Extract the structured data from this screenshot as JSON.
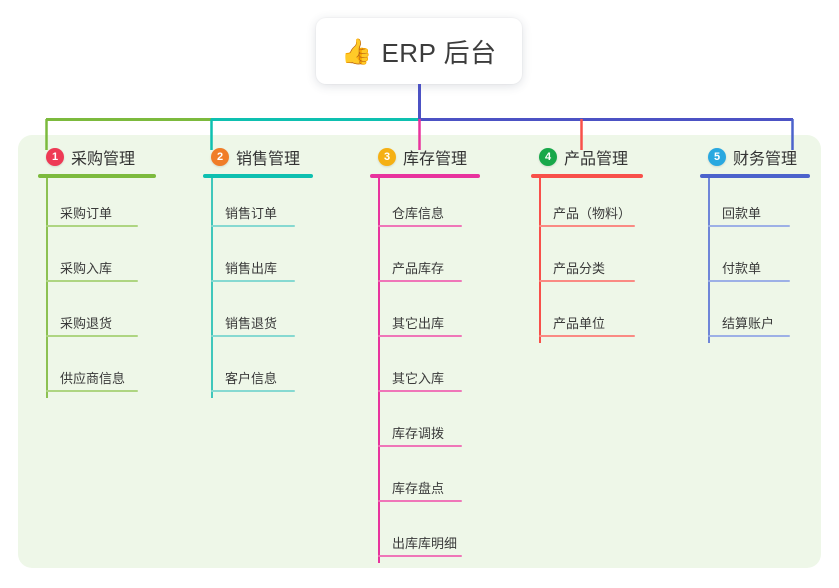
{
  "root": {
    "emoji": "👍",
    "emoji_name": "thumbs-up-icon",
    "title": "ERP 后台"
  },
  "theme": {
    "page_background": "#ffffff",
    "panel_background": "#eef7e8",
    "card_background": "#ffffff",
    "text_color": "#333333",
    "trunk_color": "#4c52c4"
  },
  "columns": [
    {
      "number": "1",
      "label": "采购管理",
      "badge_color": "#ee3a55",
      "rule_color": "#7cba3d",
      "spine_color": "#8cc152",
      "leaf_rule_color": "#aed581",
      "connector_color": "#7cba3d",
      "items": [
        {
          "label": "采购订单"
        },
        {
          "label": "采购入库"
        },
        {
          "label": "采购退货"
        },
        {
          "label": "供应商信息"
        }
      ]
    },
    {
      "number": "2",
      "label": "销售管理",
      "badge_color": "#f07d28",
      "rule_color": "#0ec0b0",
      "spine_color": "#3fc7bb",
      "leaf_rule_color": "#86d9d1",
      "connector_color": "#0ec0b0",
      "items": [
        {
          "label": "销售订单"
        },
        {
          "label": "销售出库"
        },
        {
          "label": "销售退货"
        },
        {
          "label": "客户信息"
        }
      ]
    },
    {
      "number": "3",
      "label": "库存管理",
      "badge_color": "#f5b014",
      "rule_color": "#e8339d",
      "spine_color": "#e8339d",
      "leaf_rule_color": "#ef76b8",
      "connector_color": "#e8339d",
      "items": [
        {
          "label": "仓库信息"
        },
        {
          "label": "产品库存"
        },
        {
          "label": "其它出库"
        },
        {
          "label": "其它入库"
        },
        {
          "label": "库存调拨"
        },
        {
          "label": "库存盘点"
        },
        {
          "label": "出库库明细"
        }
      ]
    },
    {
      "number": "4",
      "label": "产品管理",
      "badge_color": "#18a84a",
      "rule_color": "#f8504a",
      "spine_color": "#f8504a",
      "leaf_rule_color": "#fa8a83",
      "connector_color": "#f8504a",
      "items": [
        {
          "label": "产品（物料）"
        },
        {
          "label": "产品分类"
        },
        {
          "label": "产品单位"
        }
      ]
    },
    {
      "number": "5",
      "label": "财务管理",
      "badge_color": "#29a8e0",
      "rule_color": "#4c63cc",
      "spine_color": "#6f86d8",
      "leaf_rule_color": "#9db0e6",
      "connector_color": "#4c63cc",
      "items": [
        {
          "label": "回款单"
        },
        {
          "label": "付款单"
        },
        {
          "label": "结算账户"
        }
      ]
    }
  ]
}
